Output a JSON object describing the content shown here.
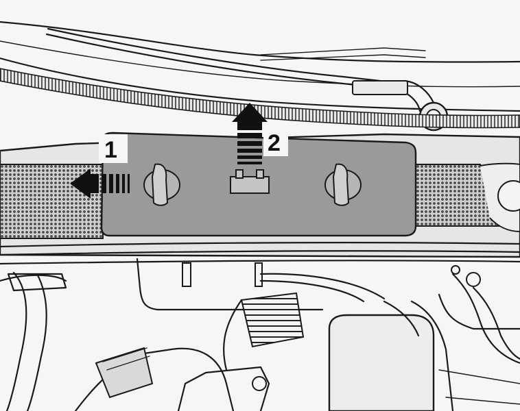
{
  "figure": {
    "callouts": [
      {
        "id": "1",
        "label": "1",
        "arrow_direction": "left"
      },
      {
        "id": "2",
        "label": "2",
        "arrow_direction": "up"
      }
    ],
    "colors": {
      "background": "#f6f6f6",
      "panel_fill": "#9a9a9a",
      "mesh": "#6e6e6e",
      "ink": "#1a1a1a"
    }
  }
}
